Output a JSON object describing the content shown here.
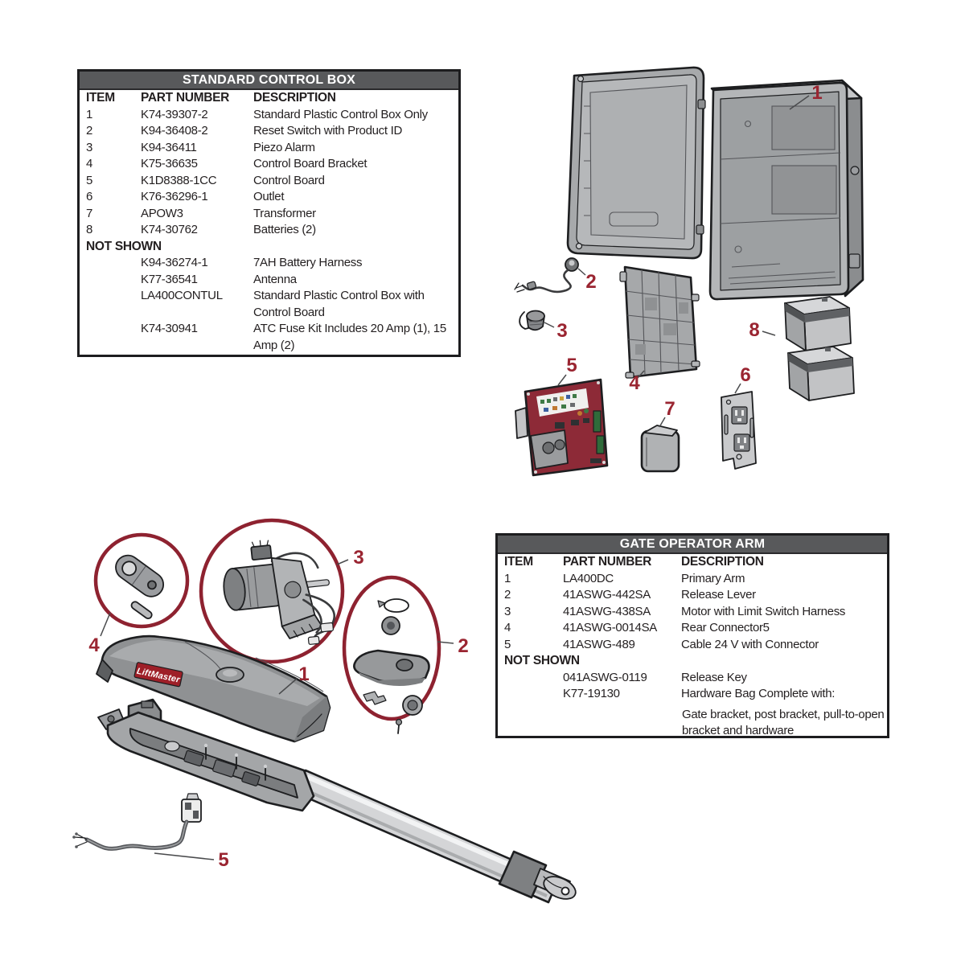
{
  "colors": {
    "callout": "#9a2531",
    "circle": "#8e2230",
    "table_header_bg": "#58595b",
    "table_border": "#1d1d1f",
    "text": "#231f20",
    "board_red": "#8d2a37",
    "logo_red": "#9e1f28",
    "part_gray": "#aeb0b2"
  },
  "tables": {
    "control_box": {
      "title": "STANDARD CONTROL BOX",
      "col_item": "ITEM",
      "col_part": "PART NUMBER",
      "col_desc": "DESCRIPTION",
      "not_shown": "NOT SHOWN",
      "rows": [
        {
          "item": "1",
          "part": "K74-39307-2",
          "desc": "Standard Plastic Control Box Only"
        },
        {
          "item": "2",
          "part": "K94-36408-2",
          "desc": "Reset Switch with Product ID"
        },
        {
          "item": "3",
          "part": "K94-36411",
          "desc": "Piezo Alarm"
        },
        {
          "item": "4",
          "part": "K75-36635",
          "desc": "Control Board Bracket"
        },
        {
          "item": "5",
          "part": "K1D8388-1CC",
          "desc": "Control Board"
        },
        {
          "item": "6",
          "part": "K76-36296-1",
          "desc": "Outlet"
        },
        {
          "item": "7",
          "part": "APOW3",
          "desc": "Transformer"
        },
        {
          "item": "8",
          "part": "K74-30762",
          "desc": "Batteries (2)"
        }
      ],
      "extra_rows": [
        {
          "part": "K94-36274-1",
          "desc": "7AH Battery Harness"
        },
        {
          "part": "K77-36541",
          "desc": "Antenna"
        },
        {
          "part": "LA400CONTUL",
          "desc": "Standard Plastic Control Box with Control Board"
        },
        {
          "part": "K74-30941",
          "desc": "ATC Fuse Kit Includes 20 Amp (1), 15 Amp (2)"
        }
      ]
    },
    "gate_arm": {
      "title": "GATE OPERATOR ARM",
      "col_item": "ITEM",
      "col_part": "PART NUMBER",
      "col_desc": "DESCRIPTION",
      "not_shown": "NOT SHOWN",
      "rows": [
        {
          "item": "1",
          "part": "LA400DC",
          "desc": "Primary Arm"
        },
        {
          "item": "2",
          "part": "41ASWG-442SA",
          "desc": "Release Lever"
        },
        {
          "item": "3",
          "part": "41ASWG-438SA",
          "desc": "Motor with Limit Switch Harness"
        },
        {
          "item": "4",
          "part": "41ASWG-0014SA",
          "desc": "Rear Connector5"
        },
        {
          "item": "5",
          "part": "41ASWG-489",
          "desc": "Cable 24 V with Connector"
        }
      ],
      "extra_rows": [
        {
          "part": "041ASWG-0119",
          "desc": "Release Key"
        },
        {
          "part": "K77-19130",
          "desc": "Hardware Bag Complete with:"
        }
      ],
      "note": "Gate bracket, post bracket, pull-to-open bracket and hardware"
    }
  },
  "diagrams": {
    "control_box": {
      "callouts": [
        "1",
        "2",
        "3",
        "4",
        "5",
        "6",
        "7",
        "8"
      ]
    },
    "gate_arm": {
      "callouts": [
        "1",
        "2",
        "3",
        "4",
        "5"
      ],
      "logo_text": "LiftMaster"
    }
  }
}
